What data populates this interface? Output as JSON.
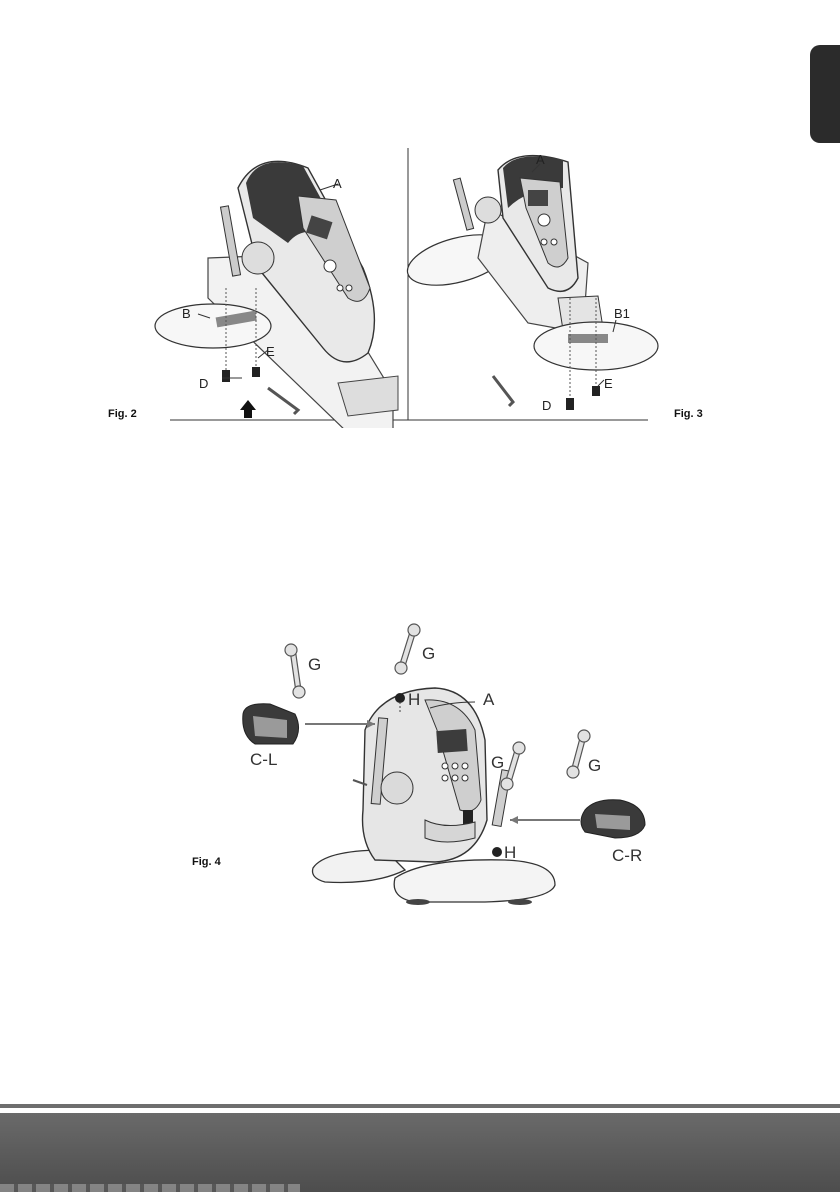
{
  "figures": {
    "fig2": {
      "label": "Fig. 2",
      "parts": {
        "a": "A",
        "b": "B",
        "d": "D",
        "e": "E"
      }
    },
    "fig3": {
      "label": "Fig. 3",
      "parts": {
        "a": "A",
        "b1": "B1",
        "d": "D",
        "e": "E"
      }
    },
    "fig4": {
      "label": "Fig. 4",
      "parts": {
        "a": "A",
        "g": "G",
        "h": "H",
        "cl": "C-L",
        "cr": "C-R"
      }
    }
  },
  "colors": {
    "tab": "#2b2b2b",
    "footer": "#5c5c5c",
    "rule": "#6e6e6e"
  }
}
